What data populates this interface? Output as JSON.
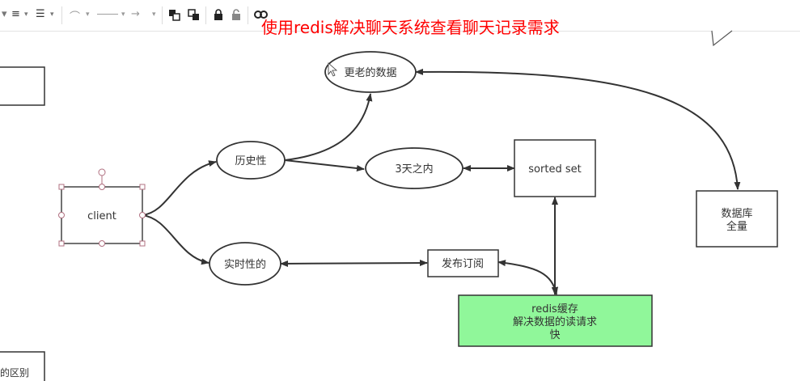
{
  "title": "使用redis解决聊天系统查看聊天记录需求",
  "nodes": {
    "client": "client",
    "historical": "历史性",
    "older_data": "更老的数据",
    "within_3_days": "3天之内",
    "sorted_set": "sorted set",
    "database_line1": "数据库",
    "database_line2": "全量",
    "realtime": "实时性的",
    "publish_subscribe": "发布订阅",
    "redis_cache_line1": "redis缓存",
    "redis_cache_line2": "解决数据的读请求",
    "redis_cache_line3": "快",
    "partial_bottom_left": "的区别"
  },
  "colors": {
    "title": "#ff0000",
    "redis_cache_fill": "#90f79a",
    "stroke": "#333333"
  },
  "toolbar_icons": [
    "align-icon",
    "line-spacing-icon",
    "curve-connector-icon",
    "line-style-icon",
    "arrow-style-icon",
    "to-front-icon",
    "to-back-icon",
    "lock-icon",
    "unlock-icon",
    "link-icon"
  ]
}
